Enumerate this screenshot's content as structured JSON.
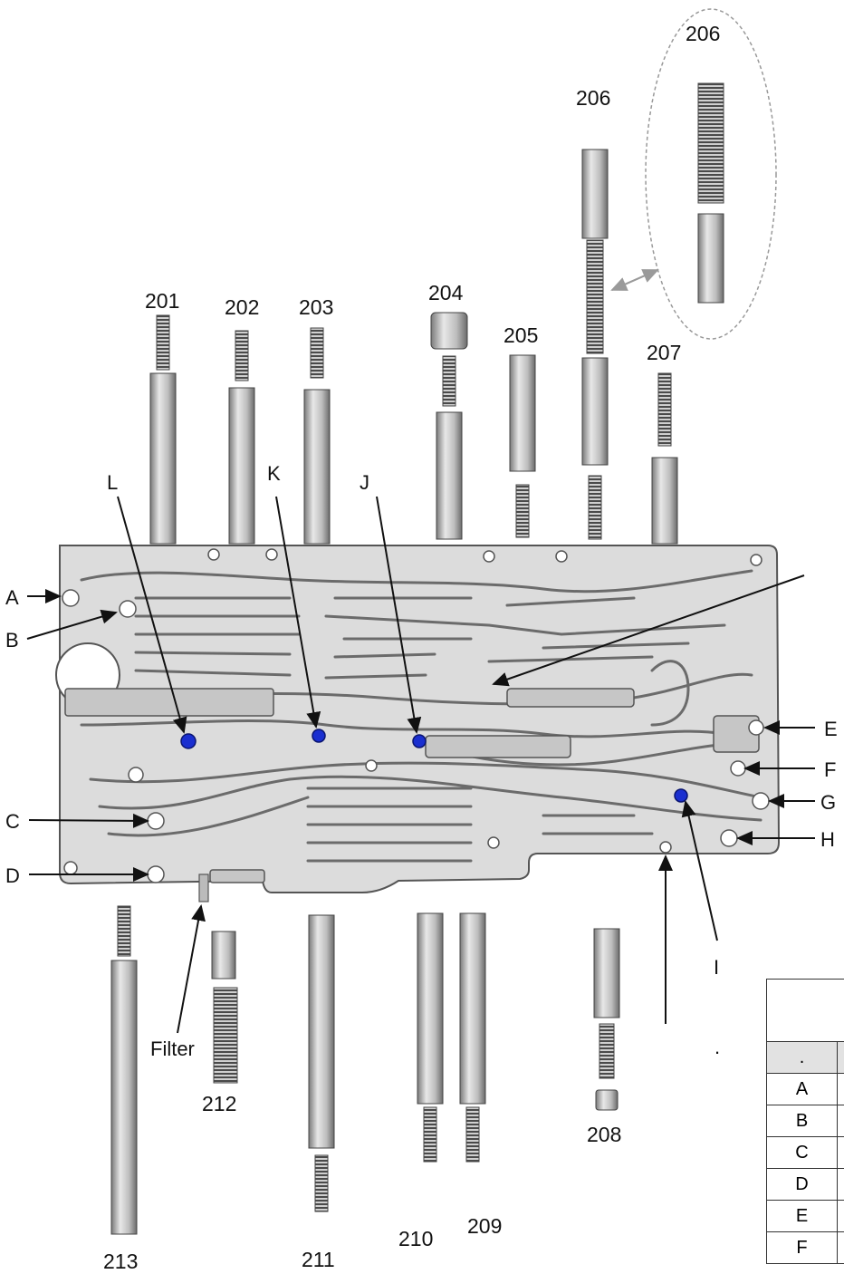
{
  "callout_labels": {
    "A": "A",
    "B": "B",
    "C": "C",
    "D": "D",
    "E": "E",
    "F": "F",
    "G": "G",
    "H": "H",
    "I": "I",
    "J": "J",
    "K": "K",
    "L": "L",
    "filter": "Filter",
    "dot": "."
  },
  "part_numbers": {
    "p201": "201",
    "p202": "202",
    "p203": "203",
    "p204": "204",
    "p205": "205",
    "p206": "206",
    "p206_detail": "206",
    "p207": "207",
    "p208": "208",
    "p209": "209",
    "p210": "210",
    "p211": "211",
    "p212": "212",
    "p213": "213"
  },
  "legend_table": {
    "header": ".",
    "rows": [
      "A",
      "B",
      "C",
      "D",
      "E",
      "F"
    ]
  },
  "colors": {
    "plate_fill": "#dcdcdc",
    "plate_stroke": "#555555",
    "check_ball": "#1a2fd0",
    "arrow_gray": "#9a9a9a"
  }
}
